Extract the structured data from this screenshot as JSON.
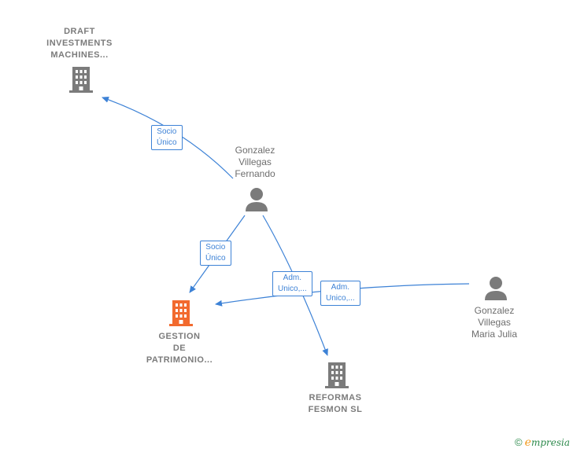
{
  "nodes": {
    "draft": {
      "lines": [
        "DRAFT",
        "INVESTMENTS",
        "MACHINES..."
      ],
      "kind": "company"
    },
    "gestion": {
      "lines": [
        "GESTION",
        "DE",
        "PATRIMONIO..."
      ],
      "kind": "company-focus"
    },
    "reformas": {
      "lines": [
        "REFORMAS",
        "FESMON SL"
      ],
      "kind": "company"
    },
    "fernando": {
      "lines": [
        "Gonzalez",
        "Villegas",
        "Fernando"
      ],
      "kind": "person"
    },
    "maria": {
      "lines": [
        "Gonzalez",
        "Villegas",
        "Maria Julia"
      ],
      "kind": "person"
    }
  },
  "edges": {
    "fernando_draft": {
      "lines": [
        "Socio",
        "Único"
      ]
    },
    "fernando_gestion": {
      "lines": [
        "Socio",
        "Único"
      ]
    },
    "fernando_reformas": {
      "lines": [
        "Adm.",
        "Unico,..."
      ]
    },
    "maria_gestion": {
      "lines": [
        "Adm.",
        "Unico,..."
      ]
    }
  },
  "colors": {
    "edge": "#3d82d6",
    "company_icon": "#7b7b7b",
    "focus_icon": "#f26a2e",
    "person_icon": "#7b7b7b"
  },
  "footer": {
    "copyright": "©",
    "brand_first": "e",
    "brand_rest": "mpresia"
  }
}
